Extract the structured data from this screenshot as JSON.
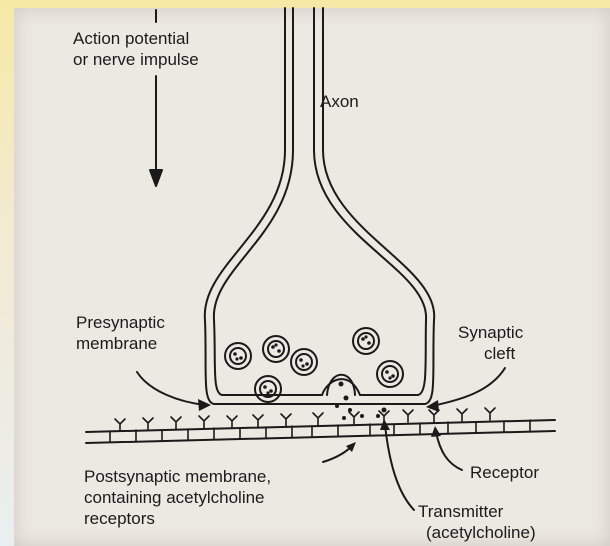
{
  "labels": {
    "action_potential_1": "Action potential",
    "action_potential_2": "or nerve impulse",
    "axon": "Axon",
    "presynaptic_1": "Presynaptic",
    "presynaptic_2": "membrane",
    "synaptic_1": "Synaptic",
    "synaptic_2": "cleft",
    "postsynaptic_1": "Postsynaptic membrane,",
    "postsynaptic_2": "containing acetylcholine",
    "postsynaptic_3": "receptors",
    "receptor": "Receptor",
    "transmitter_1": "Transmitter",
    "transmitter_2": "(acetylcholine)"
  }
}
